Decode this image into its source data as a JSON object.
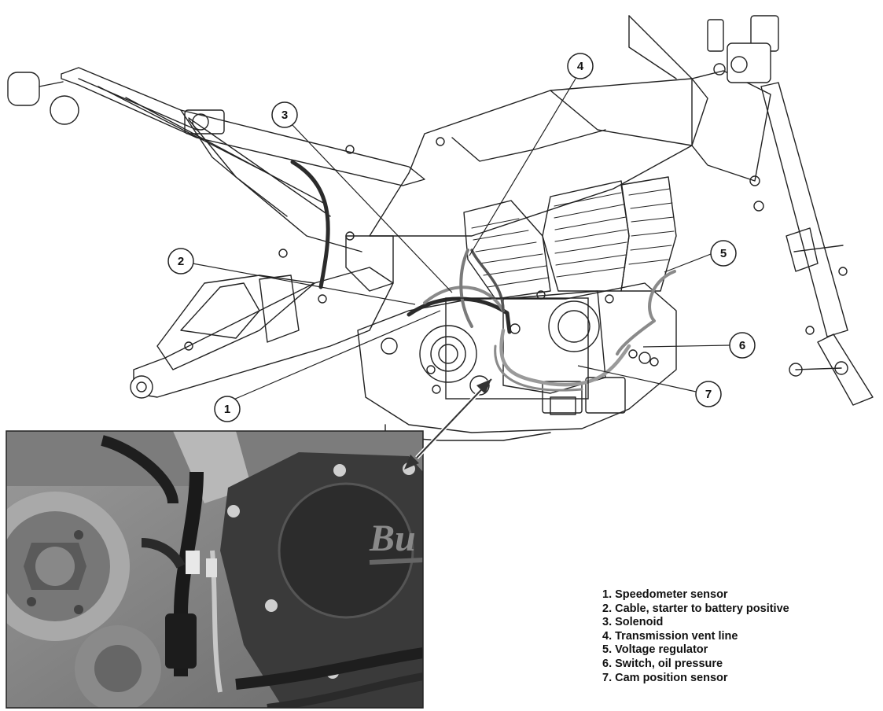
{
  "callouts": [
    {
      "number": "1",
      "label": "Speedometer sensor"
    },
    {
      "number": "2",
      "label": "Cable, starter to battery positive"
    },
    {
      "number": "3",
      "label": "Solenoid"
    },
    {
      "number": "4",
      "label": "Transmission vent line"
    },
    {
      "number": "5",
      "label": "Voltage regulator"
    },
    {
      "number": "6",
      "label": "Switch, oil pressure"
    },
    {
      "number": "7",
      "label": "Cam position sensor"
    }
  ],
  "legend": [
    "1. Speedometer sensor",
    "2. Cable, starter to battery positive",
    "3. Solenoid",
    "4. Transmission vent line",
    "5. Voltage regulator",
    "6. Switch, oil pressure",
    "7. Cam position sensor"
  ],
  "photo_logo_text": "Bu",
  "colors": {
    "line": "#222222",
    "cable_dark": "#2b2b2b",
    "cable_gray": "#8a8a8a",
    "photo_bg": "#8c8c8c"
  }
}
